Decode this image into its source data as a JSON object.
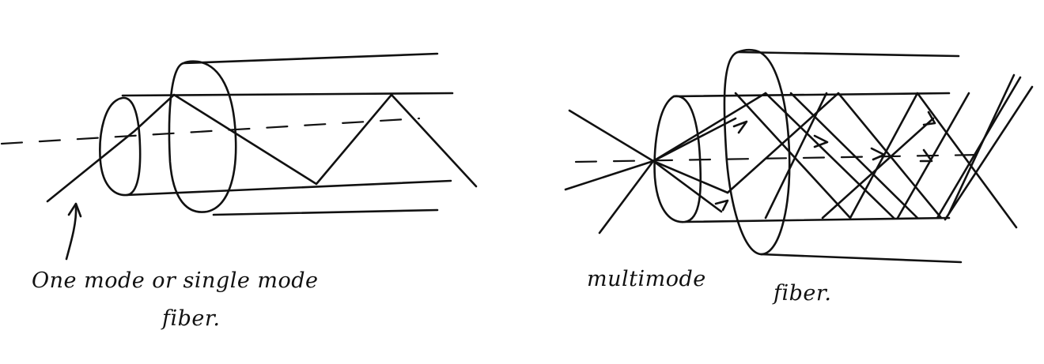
{
  "diagrams": [
    {
      "caption_line1": "One mode or single mode",
      "caption_line2": "fiber."
    },
    {
      "caption_line1": "multimode",
      "caption_line2": "fiber."
    }
  ],
  "ink_color": "#111111",
  "background_color": "#ffffff"
}
